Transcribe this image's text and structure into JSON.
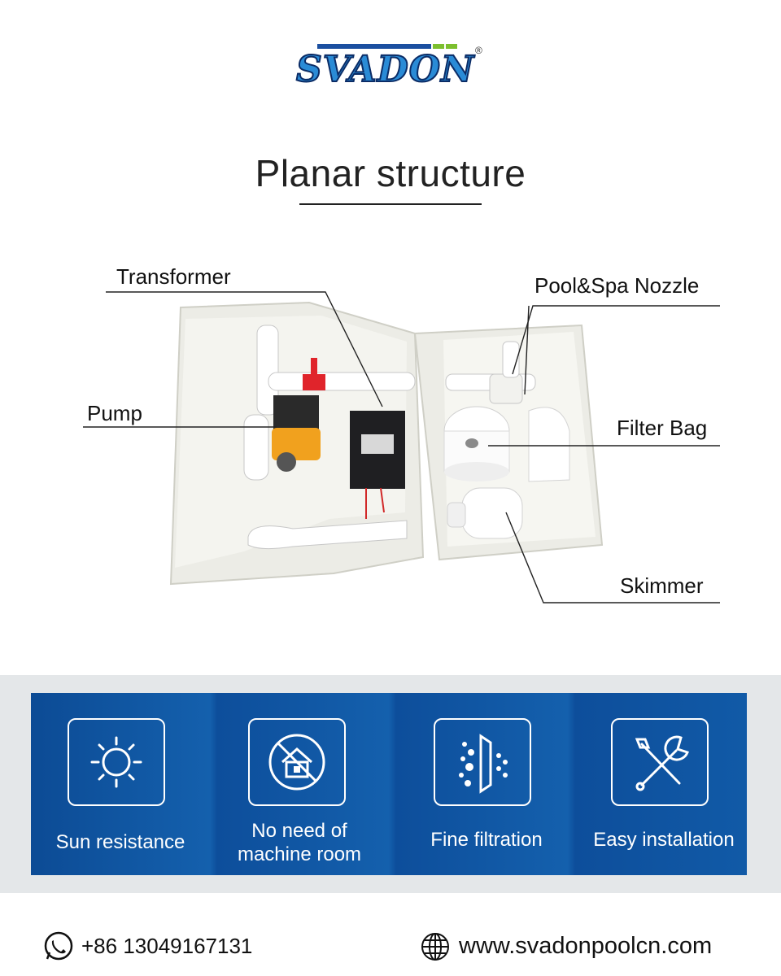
{
  "brand": {
    "name": "SVADON",
    "trademark": "®"
  },
  "title": "Planar structure",
  "callouts": {
    "transformer": "Transformer",
    "pool_spa_nozzle": "Pool&Spa Nozzle",
    "pump": "Pump",
    "filter_bag": "Filter Bag",
    "skimmer": "Skimmer"
  },
  "features": [
    {
      "icon": "sun-icon",
      "label_lines": [
        "Sun resistance"
      ]
    },
    {
      "icon": "no-house-icon",
      "label_lines": [
        "No need of",
        "machine room"
      ]
    },
    {
      "icon": "filtration-icon",
      "label_lines": [
        "Fine filtration"
      ]
    },
    {
      "icon": "tools-icon",
      "label_lines": [
        "Easy installation"
      ]
    }
  ],
  "contact": {
    "phone": "+86 13049167131",
    "website": "www.svadonpoolcn.com"
  },
  "colors": {
    "brand_blue": "#1b4fa0",
    "brand_green": "#7cbf2e",
    "panel_blue": "#0e52a0",
    "band_gray": "#e4e7e9"
  }
}
